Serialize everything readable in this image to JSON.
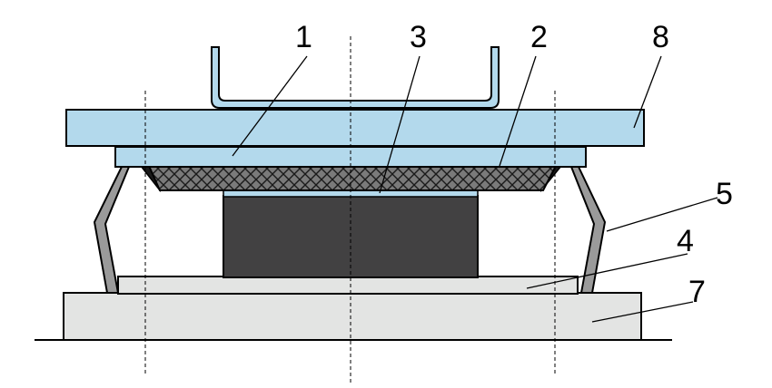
{
  "diagram": {
    "callouts": [
      {
        "id": "label-1",
        "text": "1"
      },
      {
        "id": "label-3",
        "text": "3"
      },
      {
        "id": "label-2",
        "text": "2"
      },
      {
        "id": "label-8",
        "text": "8"
      },
      {
        "id": "label-5",
        "text": "5"
      },
      {
        "id": "label-4",
        "text": "4"
      },
      {
        "id": "label-7",
        "text": "7"
      }
    ],
    "colors": {
      "light_blue": "#b3d9ec",
      "light_gray": "#e3e4e3",
      "dark_block": "#424142",
      "side_seal": "#9a9a9a",
      "outline": "#000000"
    }
  }
}
